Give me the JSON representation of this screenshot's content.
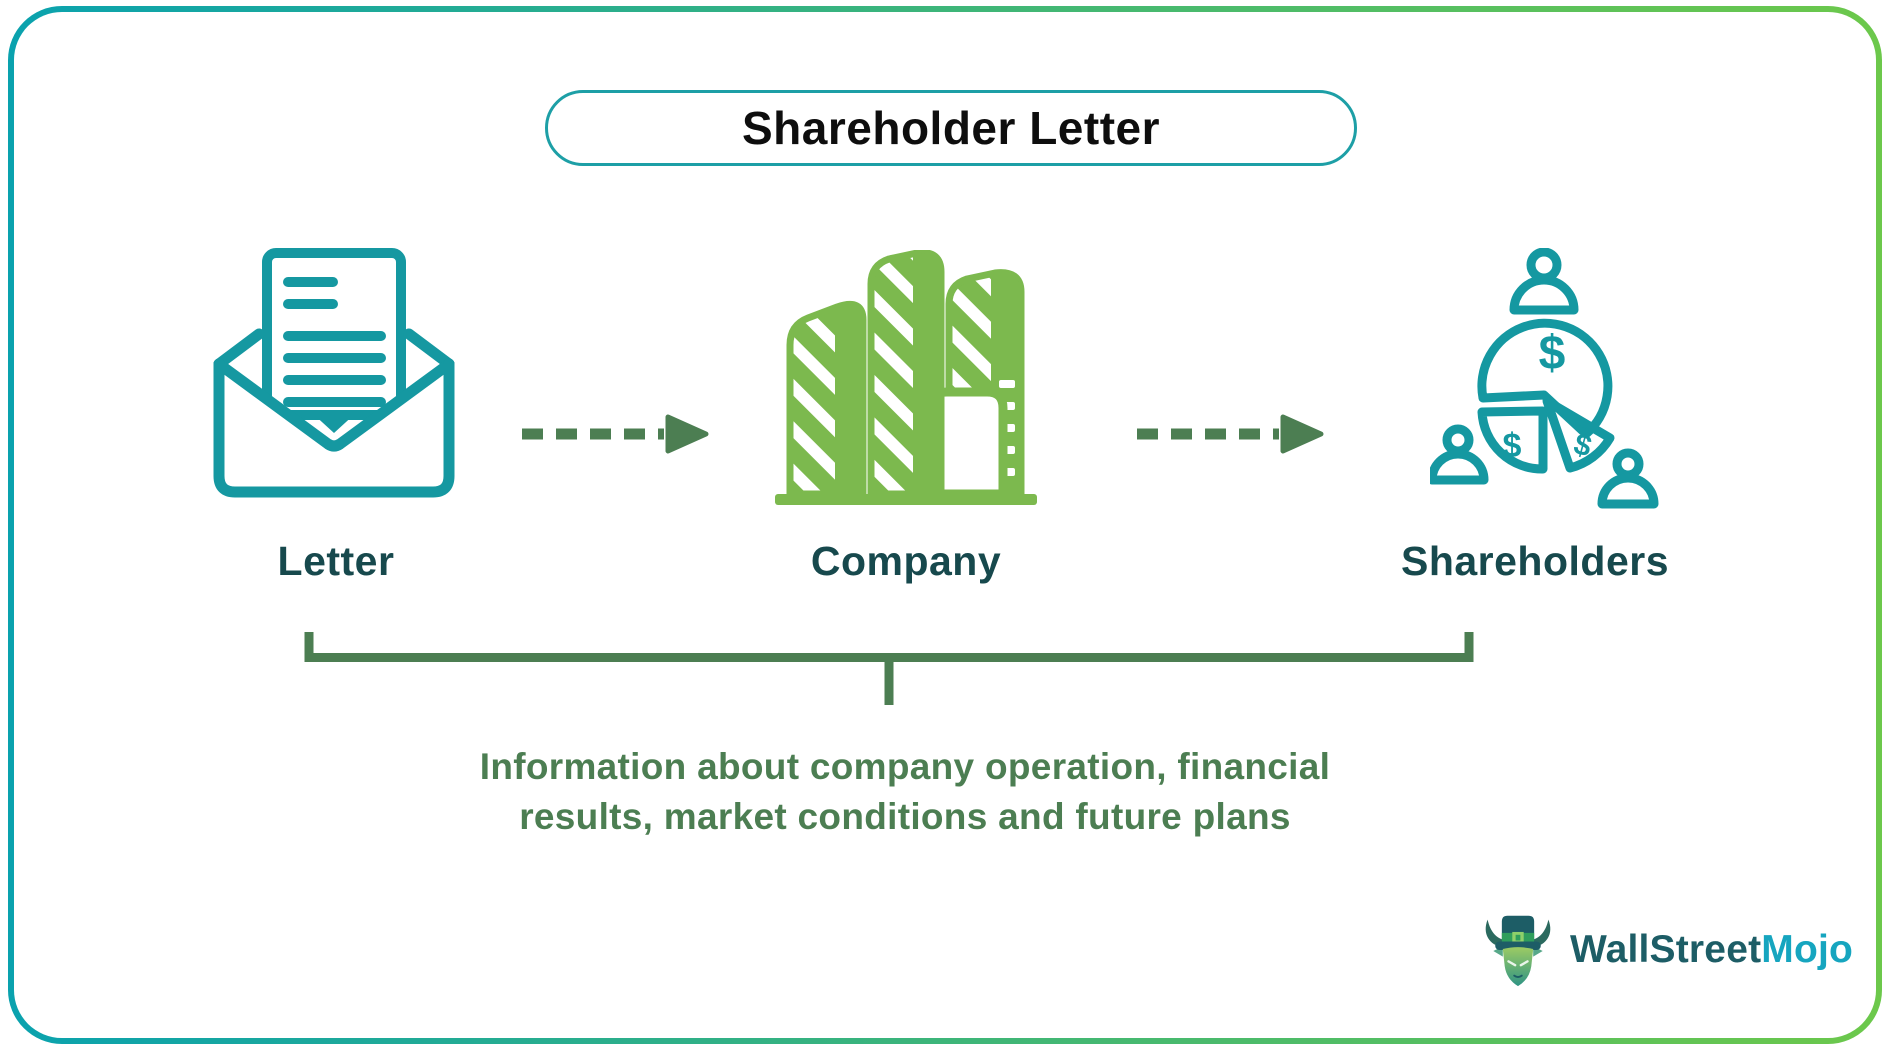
{
  "title": "Shareholder Letter",
  "nodes": [
    {
      "id": "letter",
      "label": "Letter",
      "icon": "open-envelope-with-letter-icon"
    },
    {
      "id": "company",
      "label": "Company",
      "icon": "office-buildings-icon"
    },
    {
      "id": "shareholders",
      "label": "Shareholders",
      "icon": "pie-chart-with-people-icon"
    }
  ],
  "connectors": {
    "arrow_style": "dashed",
    "count": 2
  },
  "description": {
    "line1": "Information about company operation, financial",
    "line2": "results, market conditions and future plans"
  },
  "logo": {
    "part1": "WallStreet",
    "part2": "Mojo"
  },
  "colors": {
    "teal": "#1598a1",
    "title_border": "#1d9fa6",
    "green": "#7cb94e",
    "dark_green": "#4c7e52",
    "label_dark": "#17494d",
    "logo_dark": "#1d5d66",
    "logo_cyan": "#16a5bf",
    "border_gradient_start": "#0aa2ae",
    "border_gradient_end": "#6cc84b"
  }
}
